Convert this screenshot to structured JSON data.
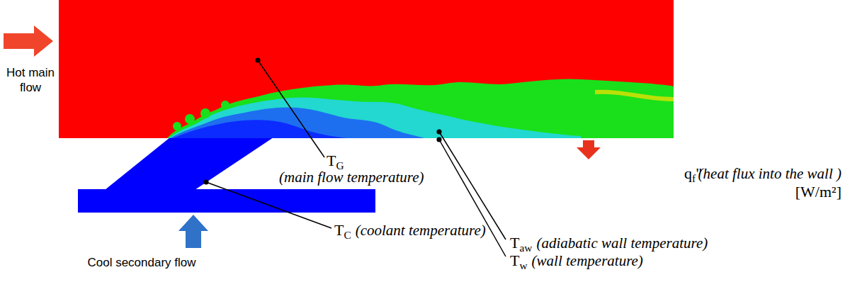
{
  "diagram": {
    "labels": [
      "Hot main flow",
      "Cool secondary flow",
      "TG",
      "(main flow temperature)",
      "TC",
      "(coolant temperature)",
      "qf\"",
      "(heat flux into the wall )",
      "[W/m²]",
      "Taw",
      "(adiabatic wall temperature)",
      "Tw",
      "(wall temperature)"
    ]
  }
}
